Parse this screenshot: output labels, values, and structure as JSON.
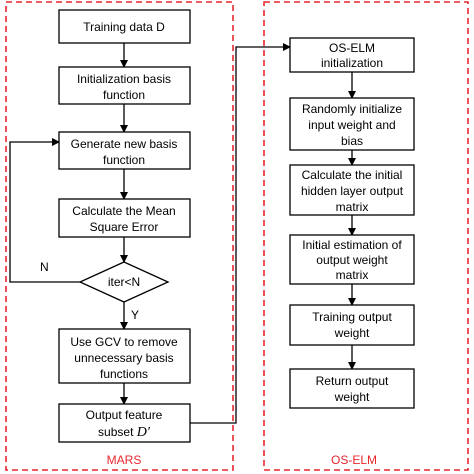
{
  "sections": {
    "left": "MARS",
    "right": "OS-ELM"
  },
  "mars": {
    "training": "Training data D",
    "init_l1": "Initialization basis",
    "init_l2": "function",
    "gen_l1": "Generate new basis",
    "gen_l2": "function",
    "mse_l1": "Calculate the Mean",
    "mse_l2": "Square Error",
    "iter": "iter<N",
    "gcv_l1": "Use GCV to remove",
    "gcv_l2": "unnecessary basis",
    "gcv_l3": "functions",
    "out_l1": "Output feature",
    "out_l2_prefix": "subset",
    "out_l2_var": "D′",
    "yes": "Y",
    "no": "N"
  },
  "oselm": {
    "init_l1": "OS-ELM",
    "init_l2": "initialization",
    "rand_l1": "Randomly initialize",
    "rand_l2": "input weight and",
    "rand_l3": "bias",
    "hidden_l1": "Calculate the initial",
    "hidden_l2": "hidden layer output",
    "hidden_l3": "matrix",
    "est_l1": "Initial estimation of",
    "est_l2": "output weight",
    "est_l3": "matrix",
    "train_l1": "Training output",
    "train_l2": "weight",
    "ret_l1": "Return output",
    "ret_l2": "weight"
  }
}
